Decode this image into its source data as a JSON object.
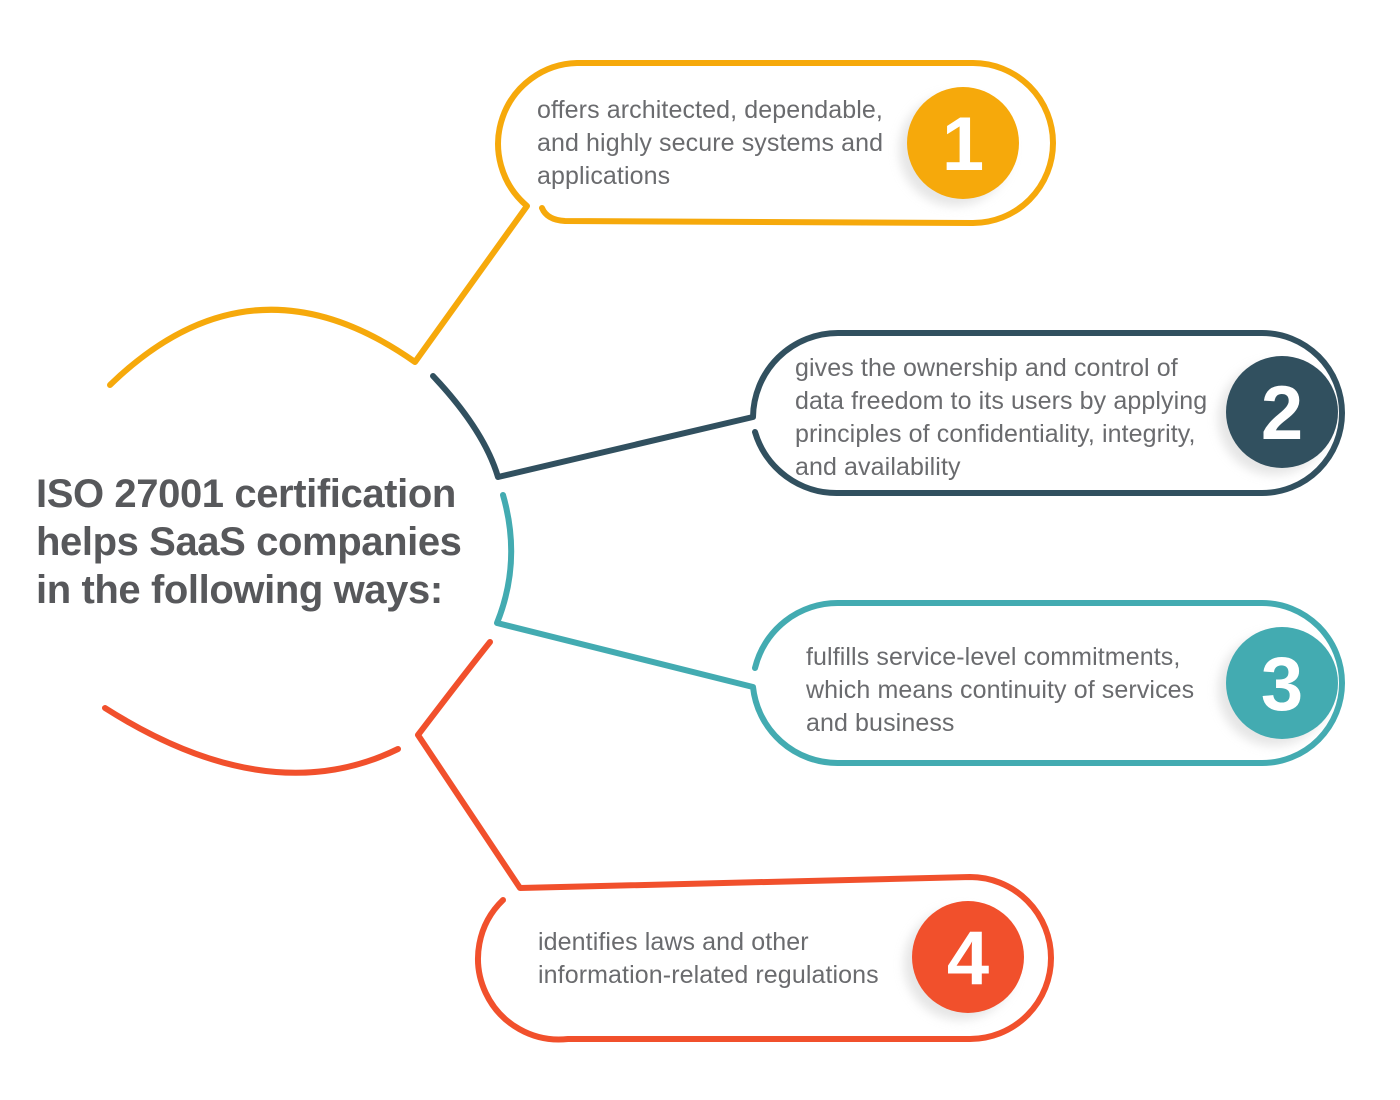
{
  "title": {
    "text": "ISO 27001 certification\nhelps SaaS companies\nin the following ways:",
    "color": "#57585B"
  },
  "items": [
    {
      "number": "1",
      "color": "#F6A90B",
      "text": "offers architected, dependable,\nand highly secure systems and\napplications"
    },
    {
      "number": "2",
      "color": "#31505F",
      "text": "gives the ownership and control of\ndata freedom to its users by applying\nprinciples of confidentiality, integrity,\nand availability"
    },
    {
      "number": "3",
      "color": "#43ABB1",
      "text": "fulfills service-level commitments,\nwhich means continuity of services\nand business"
    },
    {
      "number": "4",
      "color": "#F1502C",
      "text": "identifies laws and other\ninformation-related regulations"
    }
  ],
  "styles": {
    "body_text_color": "#6A6B6E",
    "background": "#FFFFFF",
    "number_text_color": "#FFFFFF"
  }
}
